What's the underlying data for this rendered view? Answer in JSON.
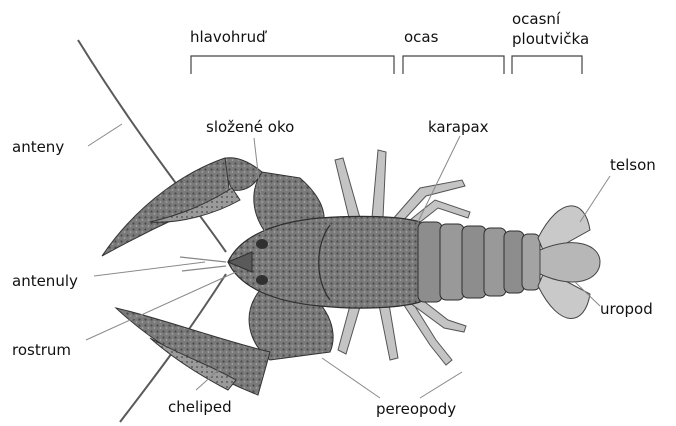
{
  "sections": {
    "head_thorax": "hlavohruď",
    "tail": "ocas",
    "tail_fan_line1": "ocasní",
    "tail_fan_line2": "ploutvička"
  },
  "labels": {
    "antennae": "anteny",
    "compound_eye": "složené oko",
    "carapace": "karapax",
    "telson": "telson",
    "antennules": "antenuly",
    "rostrum": "rostrum",
    "uropod": "uropod",
    "cheliped": "cheliped",
    "pereopods": "pereopody"
  },
  "colors": {
    "body": "#6f6f6f",
    "body_dark": "#3f3f3f",
    "body_light": "#b9b9b9",
    "leader_line": "#8a8a8a"
  }
}
